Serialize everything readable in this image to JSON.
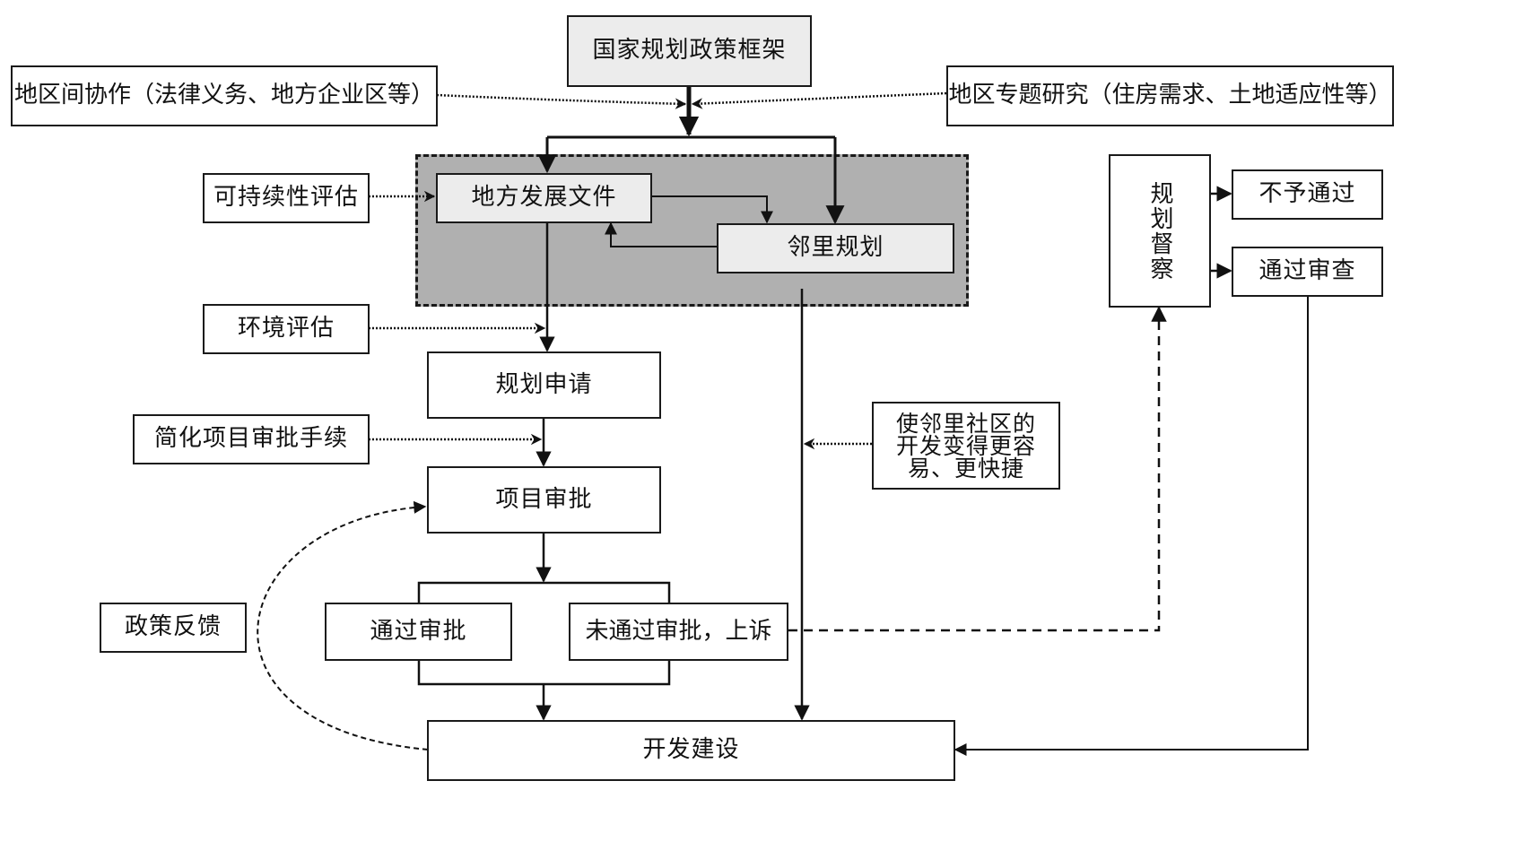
{
  "title": "规划体系流程图",
  "nodes": {
    "national_framework": "国家规划政策框架",
    "regional_cooperation": "地区间协作（法律义务、地方企业区等）",
    "regional_studies": "地区专题研究（住房需求、土地适应性等）",
    "sustainability_assessment": "可持续性评估",
    "local_development_document": "地方发展文件",
    "neighbourhood_plan": "邻里规划",
    "environmental_assessment": "环境评估",
    "planning_application": "规划申请",
    "simplified_procedures": "简化项目审批手续",
    "project_approval": "项目审批",
    "policy_feedback": "政策反馈",
    "approved": "通过审批",
    "rejected_appeal": "未通过审批，上诉",
    "easier_faster": "使邻里社区的\n开发变得更容\n易、更快捷",
    "development": "开发建设",
    "planning_inspection": "规划督察",
    "not_passed": "不予通过",
    "passed_review": "通过审查"
  },
  "edges": [
    {
      "from": "national_framework",
      "to": "local_development_document",
      "style": "solid-bold"
    },
    {
      "from": "national_framework",
      "to": "neighbourhood_plan",
      "style": "solid-bold"
    },
    {
      "from": "regional_cooperation",
      "to": "national_framework",
      "style": "dotted"
    },
    {
      "from": "regional_studies",
      "to": "national_framework",
      "style": "dotted"
    },
    {
      "from": "sustainability_assessment",
      "to": "local_development_document",
      "style": "dotted"
    },
    {
      "from": "local_development_document",
      "to": "neighbourhood_plan",
      "style": "solid"
    },
    {
      "from": "neighbourhood_plan",
      "to": "local_development_document",
      "style": "solid"
    },
    {
      "from": "environmental_assessment",
      "to": "planning_application",
      "style": "dotted"
    },
    {
      "from": "local_development_document",
      "to": "planning_application",
      "style": "solid"
    },
    {
      "from": "planning_application",
      "to": "project_approval",
      "style": "solid"
    },
    {
      "from": "simplified_procedures",
      "to": "project_approval",
      "style": "dotted"
    },
    {
      "from": "project_approval",
      "to": "approved",
      "style": "solid"
    },
    {
      "from": "project_approval",
      "to": "rejected_appeal",
      "style": "solid"
    },
    {
      "from": "approved",
      "to": "development",
      "style": "solid"
    },
    {
      "from": "rejected_appeal",
      "to": "development",
      "style": "solid"
    },
    {
      "from": "neighbourhood_plan",
      "to": "development",
      "style": "solid"
    },
    {
      "from": "easier_faster",
      "to": "neighbourhood_plan",
      "style": "dotted"
    },
    {
      "from": "rejected_appeal",
      "to": "planning_inspection",
      "style": "dashed"
    },
    {
      "from": "planning_inspection",
      "to": "not_passed",
      "style": "solid"
    },
    {
      "from": "planning_inspection",
      "to": "passed_review",
      "style": "solid"
    },
    {
      "from": "passed_review",
      "to": "development",
      "style": "solid"
    },
    {
      "from": "development",
      "to": "project_approval",
      "style": "dashed-curve",
      "label_node": "policy_feedback"
    }
  ]
}
